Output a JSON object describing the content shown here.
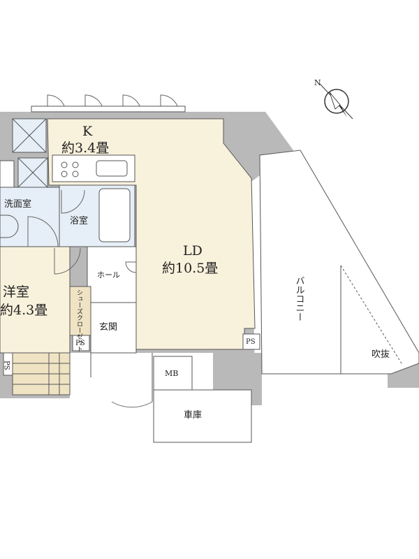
{
  "rooms": {
    "kitchen": {
      "name": "K",
      "area": "約3.4畳"
    },
    "ld": {
      "name": "LD",
      "area": "約10.5畳"
    },
    "western": {
      "name": "洋室",
      "area": "約4.3畳"
    },
    "washroom": {
      "name": "洗面室"
    },
    "bath": {
      "name": "浴室"
    },
    "hall": {
      "name": "ホール"
    },
    "entrance": {
      "name": "玄関"
    },
    "shoe_closet": {
      "name": "シューズクローゼット"
    },
    "balcony": {
      "name": "バルコニー"
    },
    "atrium": {
      "name": "吹抜"
    },
    "mb": {
      "name": "MB"
    },
    "garage": {
      "name": "車庫"
    },
    "ps_left": {
      "name": "PS"
    },
    "ps_mid": {
      "name": "PS"
    },
    "ps_right": {
      "name": "PS"
    }
  },
  "compass": {
    "label": "N",
    "icon": "north-arrow-icon"
  },
  "colors": {
    "living": "#f8f1dc",
    "wet_area": "#e6eff7",
    "wall": "#b9b9b9",
    "stair": "#efe3c4"
  }
}
